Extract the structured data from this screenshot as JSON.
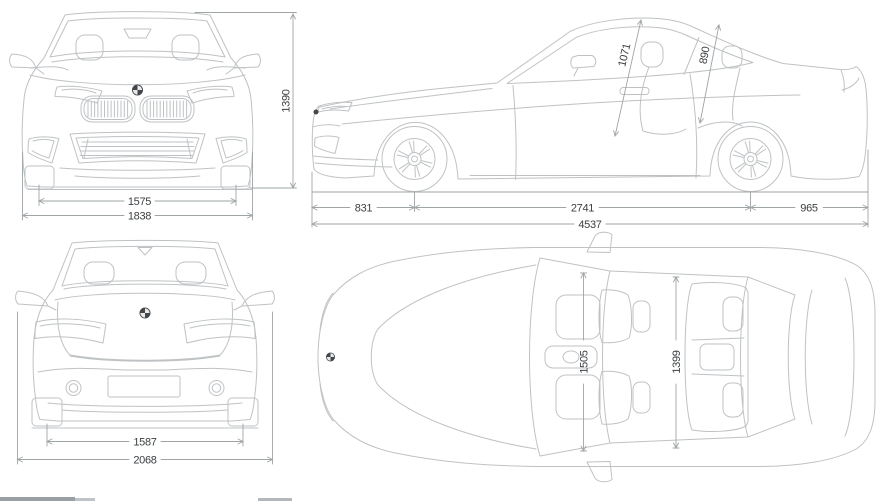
{
  "drawing": {
    "type": "vehicle-dimension-blueprint",
    "vehicle": "bmw-2-series-coupe",
    "style": {
      "line_color": "#bfc2c4",
      "dimension_line_color": "#9fa4a7",
      "dimension_text_color": "#3c4043",
      "roundel_color": "#43474b"
    },
    "views": {
      "front": {
        "track_width": "1575",
        "overall_width": "1838",
        "overall_height": "1390"
      },
      "side": {
        "front_headroom": "1071",
        "rear_headroom": "890",
        "front_overhang": "831",
        "wheelbase": "2741",
        "rear_overhang": "965",
        "overall_length": "4537"
      },
      "rear": {
        "rear_track_width": "1587",
        "width_incl_mirrors": "2068"
      },
      "top": {
        "front_interior_width": "1505",
        "rear_interior_width": "1399"
      }
    }
  }
}
